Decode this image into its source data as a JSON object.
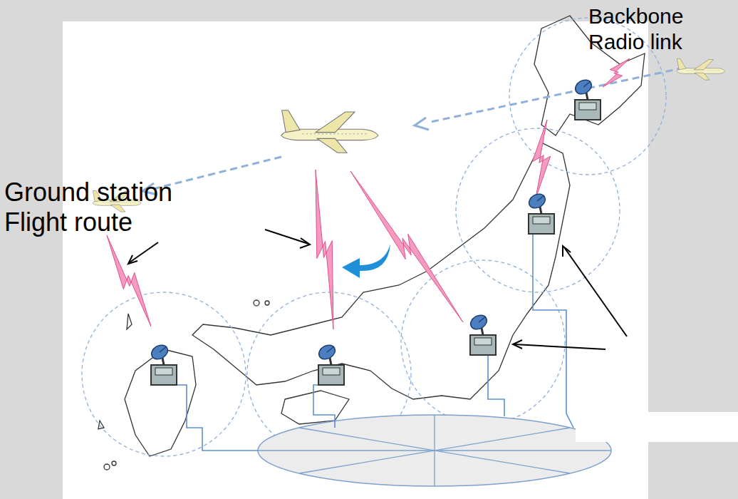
{
  "diagram": {
    "labels": [
      "Backbone",
      "Radio link",
      "Ground station",
      "Flight route"
    ]
  }
}
